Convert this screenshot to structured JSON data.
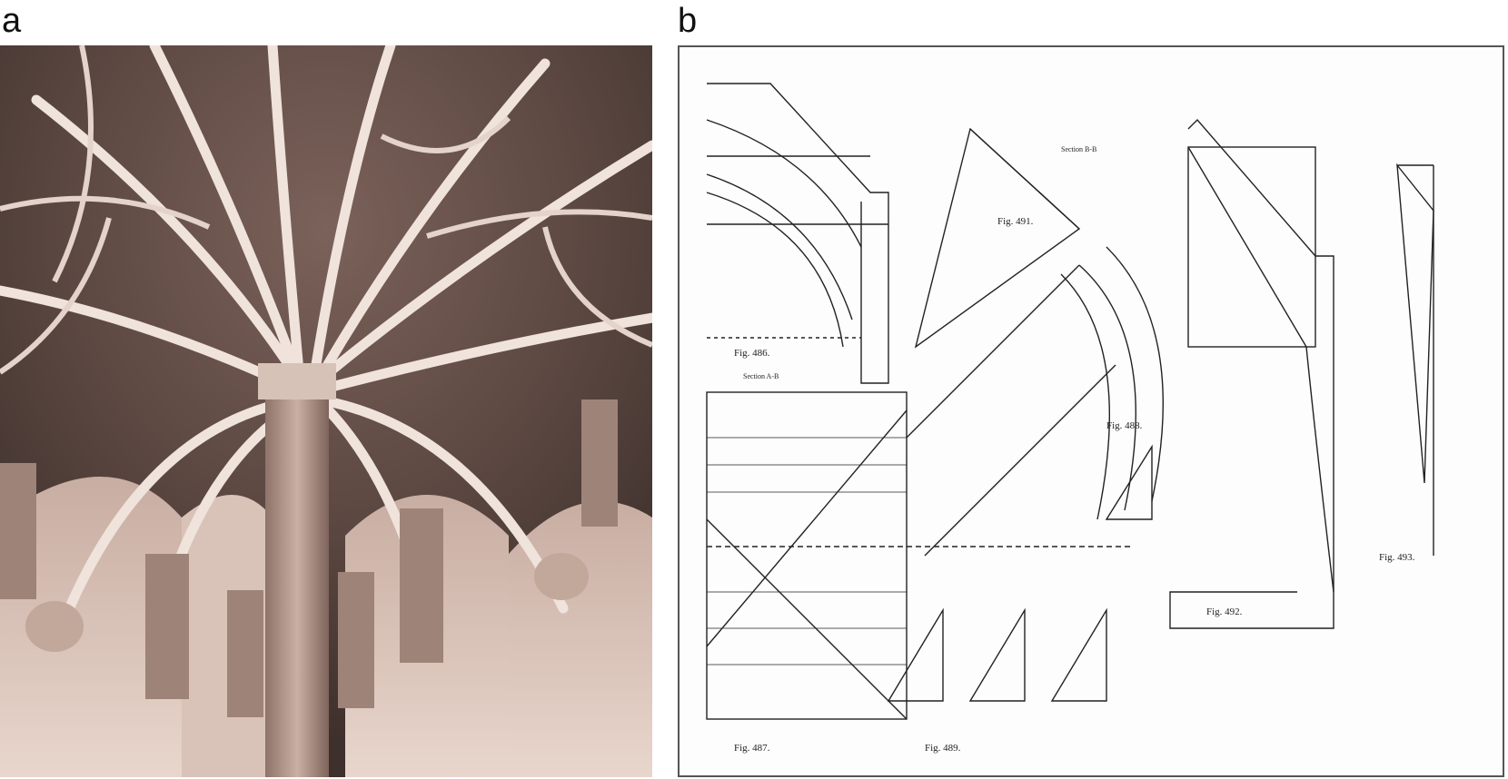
{
  "figure": {
    "panels": [
      {
        "label": "a"
      },
      {
        "label": "b"
      }
    ]
  },
  "drawing": {
    "fig_labels": [
      "Fig. 486.",
      "Fig. 487.",
      "Fig. 488.",
      "Fig. 489.",
      "Fig. 491.",
      "Fig. 492.",
      "Fig. 493."
    ],
    "section_labels": [
      "Section A-B",
      "Section B-B"
    ]
  },
  "colors": {
    "stone_light": "#ece0d8",
    "stone_mid": "#cdb3a6",
    "stone_shadow": "#5a4640",
    "ink": "#222222"
  }
}
